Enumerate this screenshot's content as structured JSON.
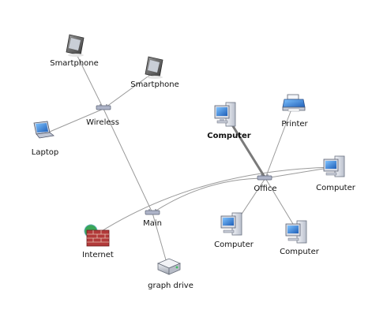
{
  "nodes": {
    "smartphone_1": {
      "label": "Smartphone",
      "icon": "smartphone-icon"
    },
    "smartphone_2": {
      "label": "Smartphone",
      "icon": "smartphone-icon"
    },
    "wireless": {
      "label": "Wireless",
      "icon": "hub-icon"
    },
    "laptop": {
      "label": "Laptop",
      "icon": "laptop-icon"
    },
    "main": {
      "label": "Main",
      "icon": "hub-icon"
    },
    "internet": {
      "label": "Internet",
      "icon": "firewall-globe-icon"
    },
    "graph_drive": {
      "label": "graph drive",
      "icon": "drive-icon"
    },
    "office": {
      "label": "Office",
      "icon": "hub-icon"
    },
    "computer_selected": {
      "label": "Computer",
      "icon": "computer-icon",
      "selected": true
    },
    "printer": {
      "label": "Printer",
      "icon": "printer-icon"
    },
    "computer_right": {
      "label": "Computer",
      "icon": "computer-icon"
    },
    "computer_bottom_left": {
      "label": "Computer",
      "icon": "computer-icon"
    },
    "computer_bottom_right": {
      "label": "Computer",
      "icon": "computer-icon"
    }
  },
  "links": [
    [
      "smartphone_1",
      "wireless"
    ],
    [
      "smartphone_2",
      "wireless"
    ],
    [
      "laptop",
      "wireless"
    ],
    [
      "wireless",
      "main"
    ],
    [
      "main",
      "graph_drive"
    ],
    [
      "main",
      "office"
    ],
    [
      "internet",
      "office"
    ],
    [
      "office",
      "computer_selected"
    ],
    [
      "office",
      "printer"
    ],
    [
      "office",
      "computer_right"
    ],
    [
      "office",
      "computer_bottom_left"
    ],
    [
      "office",
      "computer_bottom_right"
    ]
  ],
  "colors": {
    "link": "#9a9a9a",
    "selected_link": "#7a7a7a",
    "hub_body": "#aeb4c8",
    "monitor_screen": "#2f7fd8",
    "case_body": "#d9dde6",
    "firewall_brick": "#b23a3a",
    "globe": "#3aa657"
  }
}
